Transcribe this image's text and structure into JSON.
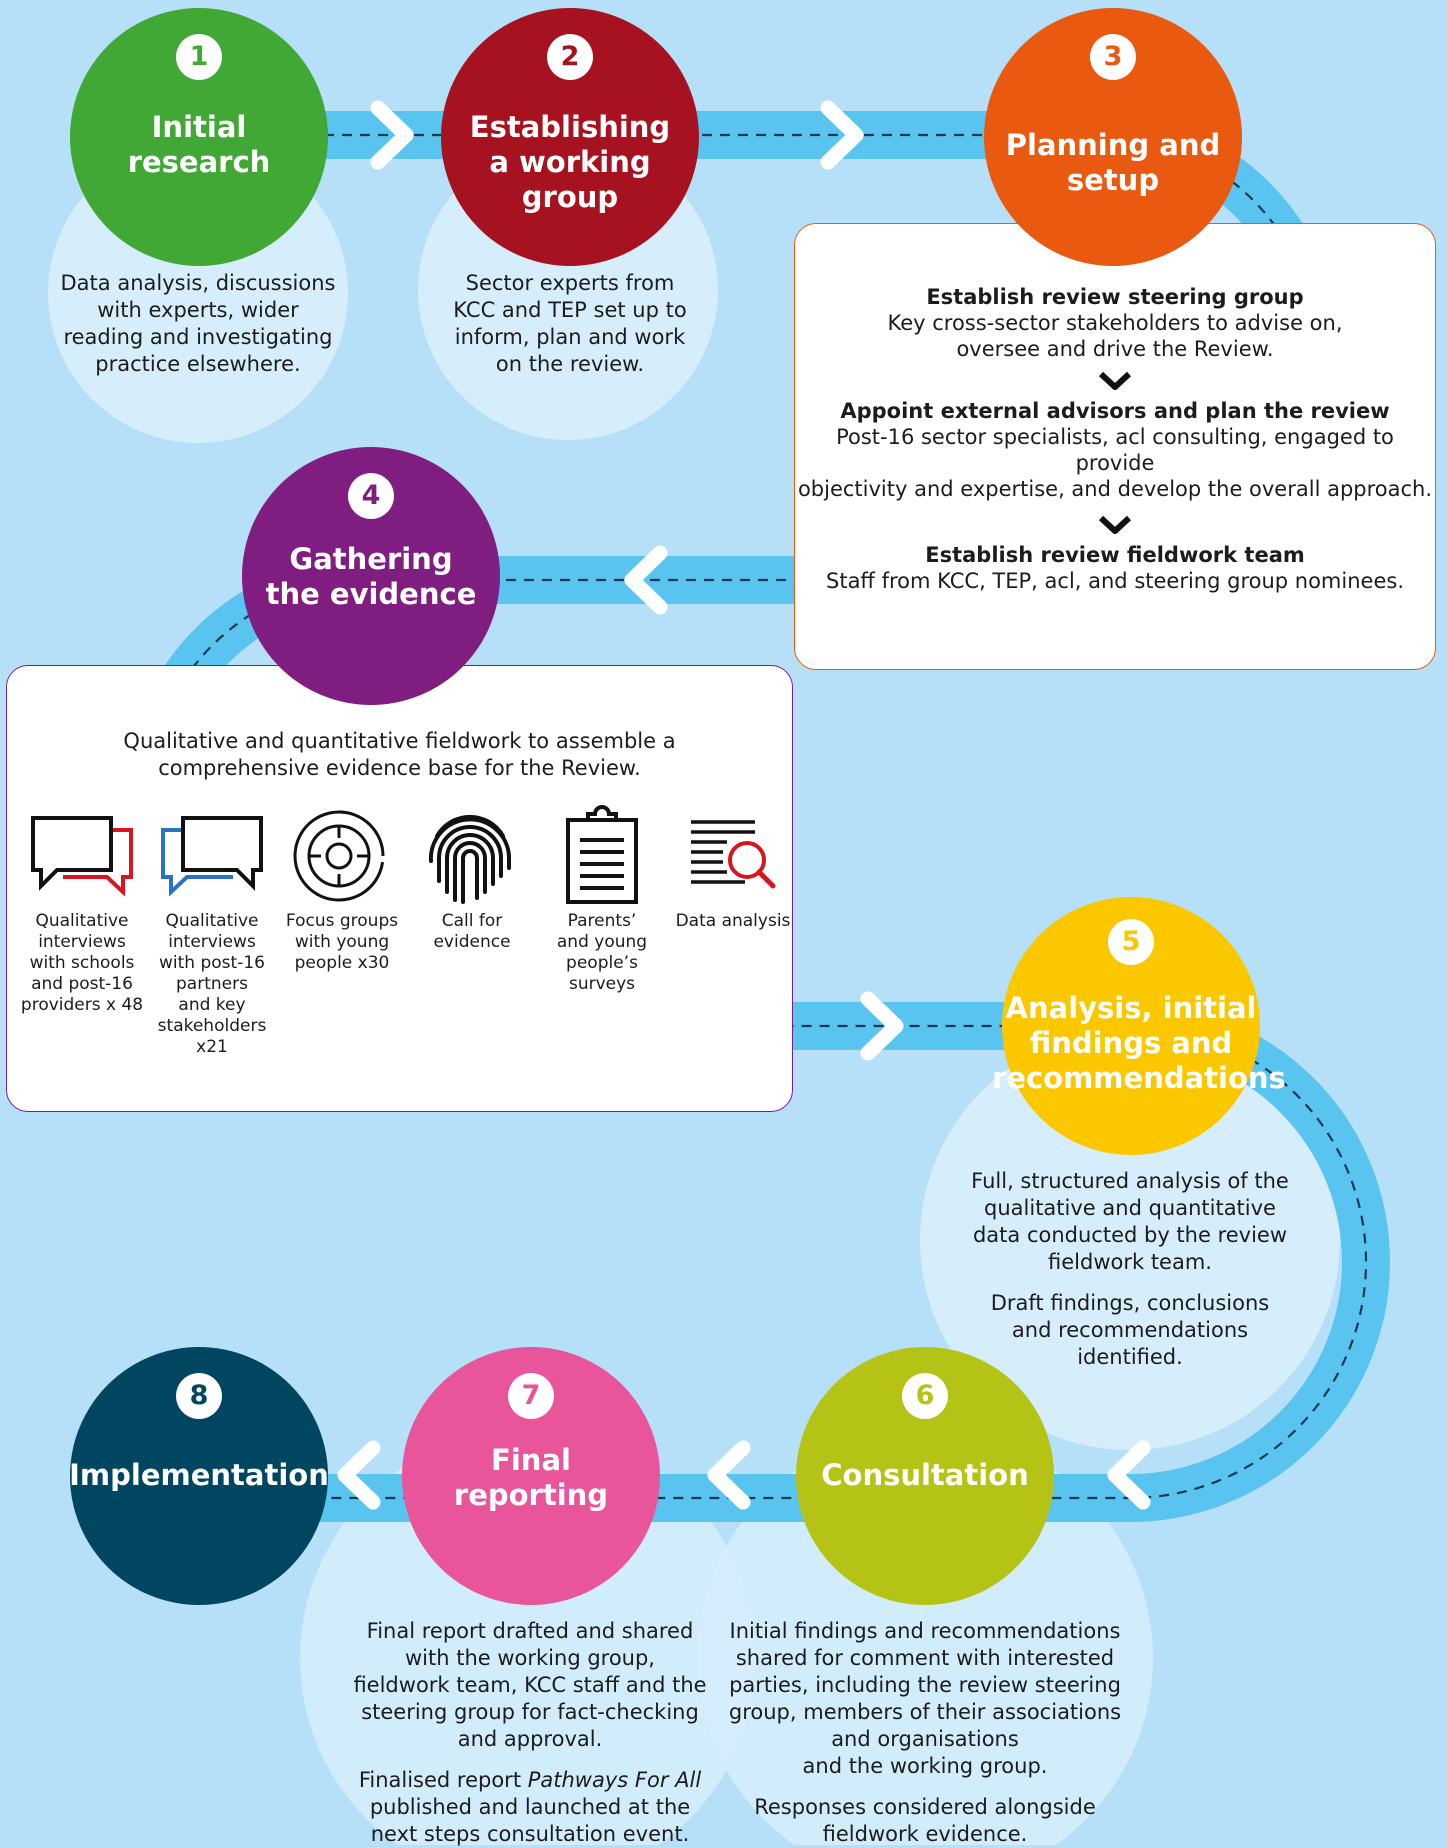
{
  "colors": {
    "background": "#b6e0f7",
    "track": "#5ac4f0",
    "pale_circle": "#d6edfb",
    "stage1": "#41a836",
    "stage2": "#a6121f",
    "stage3": "#e9590f",
    "stage4": "#801d80",
    "stage5": "#fbc800",
    "stage6": "#b5c316",
    "stage7": "#e8559a",
    "stage8": "#004660",
    "box3_border": "#e9590f",
    "box4_border": "#801d80"
  },
  "stages": [
    {
      "number": "1",
      "title": [
        "Initial",
        "research"
      ],
      "description": [
        "Data analysis, discussions",
        "with experts, wider",
        "reading and investigating",
        "practice elsewhere."
      ]
    },
    {
      "number": "2",
      "title": [
        "Establishing",
        "a working",
        "group"
      ],
      "description": [
        "Sector experts from",
        "KCC and TEP set up to",
        "inform, plan and work",
        "on the review."
      ]
    },
    {
      "number": "3",
      "title": [
        "Planning and",
        "setup"
      ],
      "steps": [
        {
          "title": "Establish review steering group",
          "text": [
            "Key cross-sector stakeholders to advise on,",
            "oversee and drive the Review."
          ]
        },
        {
          "title": "Appoint external advisors and plan the review",
          "text": [
            "Post-16 sector specialists, acl consulting, engaged to provide",
            "objectivity and expertise, and develop the overall approach."
          ]
        },
        {
          "title": "Establish review fieldwork team",
          "text": [
            "Staff from KCC, TEP, acl, and steering group nominees."
          ]
        }
      ]
    },
    {
      "number": "4",
      "title": [
        "Gathering",
        "the evidence"
      ],
      "intro": [
        "Qualitative and quantitative fieldwork to assemble a",
        "comprehensive evidence base for the Review."
      ],
      "evidence": [
        {
          "icon": "speech-bubble-red-icon",
          "label": [
            "Qualitative",
            "interviews",
            "with schools",
            "and post-16",
            "providers x 48"
          ]
        },
        {
          "icon": "speech-bubble-blue-icon",
          "label": [
            "Qualitative",
            "interviews",
            "with post-16",
            "partners",
            "and key",
            "stakeholders",
            "x21"
          ]
        },
        {
          "icon": "target-icon",
          "label": [
            "Focus groups",
            "with young",
            "people x30"
          ]
        },
        {
          "icon": "fingerprint-icon",
          "label": [
            "Call for",
            "evidence"
          ]
        },
        {
          "icon": "clipboard-icon",
          "label": [
            "Parents’",
            "and young",
            "people’s",
            "surveys"
          ]
        },
        {
          "icon": "data-search-icon",
          "label": [
            "Data analysis"
          ]
        }
      ]
    },
    {
      "number": "5",
      "title": [
        "Analysis, initial",
        "findings and",
        "recommendations"
      ],
      "description": [
        "Full, structured analysis of the",
        "qualitative and quantitative",
        "data conducted by the review",
        "fieldwork team."
      ],
      "description2": [
        "Draft findings, conclusions",
        "and recommendations",
        "identified."
      ]
    },
    {
      "number": "6",
      "title": [
        "Consultation"
      ],
      "description": [
        "Initial findings and recommendations",
        "shared for comment with interested",
        "parties, including the review steering",
        "group, members of their associations",
        "and organisations",
        "and the working group."
      ],
      "description2": [
        "Responses considered alongside",
        "fieldwork evidence."
      ]
    },
    {
      "number": "7",
      "title": [
        "Final",
        "reporting"
      ],
      "description": [
        "Final report drafted and shared",
        "with the working group,",
        "fieldwork team, KCC staff and the",
        "steering group for fact-checking",
        "and approval."
      ],
      "description2_prefix": "Finalised report ",
      "description2_italic": "Pathways For All",
      "description2_rest": [
        "published and launched at the",
        "next steps consultation event."
      ]
    },
    {
      "number": "8",
      "title": [
        "Implementation"
      ]
    }
  ]
}
